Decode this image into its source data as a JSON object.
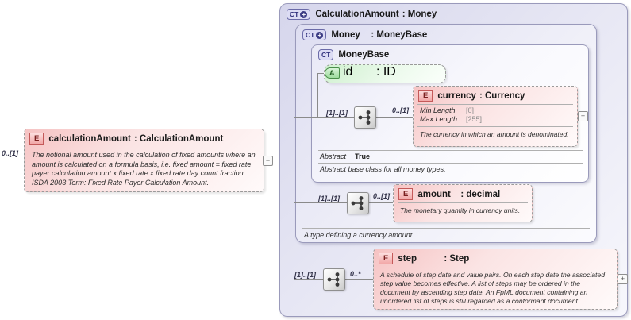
{
  "left_element": {
    "cardinality": "0..[1]",
    "badge": "E",
    "name": "calculationAmount",
    "type": ": CalculationAmount",
    "annotation": "The notional amount used in the calculation of fixed amounts where an amount is calculated on a formula basis, i.e. fixed amount = fixed rate payer calculation amount x fixed rate x fixed rate day count fraction. ISDA 2003 Term: Fixed Rate Payer Calculation Amount.",
    "collapse_glyph": "−"
  },
  "calculation_amount": {
    "badge": "CT",
    "plus": "+",
    "name": "CalculationAmount",
    "type": ": Money",
    "sequence_cardinality": "[1]..[1]"
  },
  "money": {
    "badge": "CT",
    "plus": "+",
    "name": "Money",
    "type": ": MoneyBase",
    "sequence_cardinality": "[1]..[1]",
    "annotation": "A type defining a currency amount."
  },
  "money_base": {
    "badge": "CT",
    "name": "MoneyBase",
    "sequence_cardinality": "[1]..[1]",
    "abstract_label": "Abstract",
    "abstract_value": "True",
    "annotation": "Abstract base class for all money types."
  },
  "id_attribute": {
    "badge": "A",
    "name": "id",
    "type": ": ID"
  },
  "currency": {
    "badge": "E",
    "cardinality": "0..[1]",
    "name": "currency",
    "type": ": Currency",
    "facets": [
      {
        "label": "Min Length",
        "value": "[0]"
      },
      {
        "label": "Max Length",
        "value": "[255]"
      }
    ],
    "annotation": "The currency in which an amount is denominated.",
    "expand_glyph": "+"
  },
  "amount": {
    "badge": "E",
    "cardinality": "0..[1]",
    "name": "amount",
    "type": ": decimal",
    "annotation": "The monetary quantity in currency units."
  },
  "step": {
    "badge": "E",
    "cardinality": "0..*",
    "name": "step",
    "type": ": Step",
    "annotation": "A schedule of step date and value pairs. On each step date the associated step value becomes effective. A list of steps may be ordered in the document by ascending step date. An FpML document containing an unordered list of steps is still regarded as a conformant document.",
    "expand_glyph": "+"
  }
}
